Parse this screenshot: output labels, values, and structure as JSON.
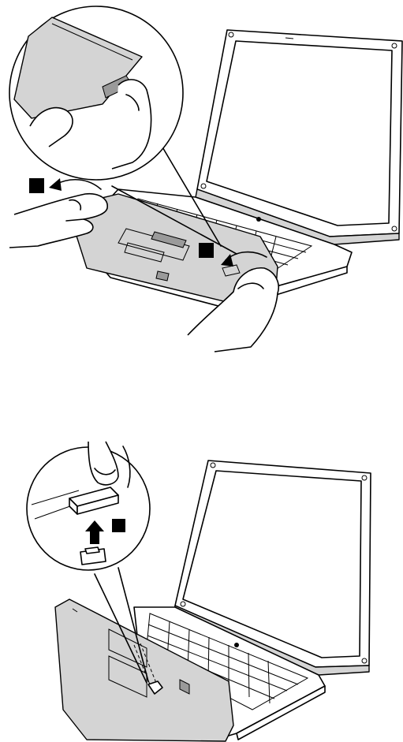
{
  "figures": [
    {
      "name": "palm-rest-removal-step",
      "callouts": 2
    },
    {
      "name": "palm-rest-connector-detach-step",
      "callouts": 1
    }
  ],
  "colors": {
    "line": "#000000",
    "panel_fill": "#d4d4d4",
    "background": "#ffffff"
  },
  "icons": [
    "callout-marker",
    "curved-arrow-icon",
    "up-arrow-icon"
  ]
}
